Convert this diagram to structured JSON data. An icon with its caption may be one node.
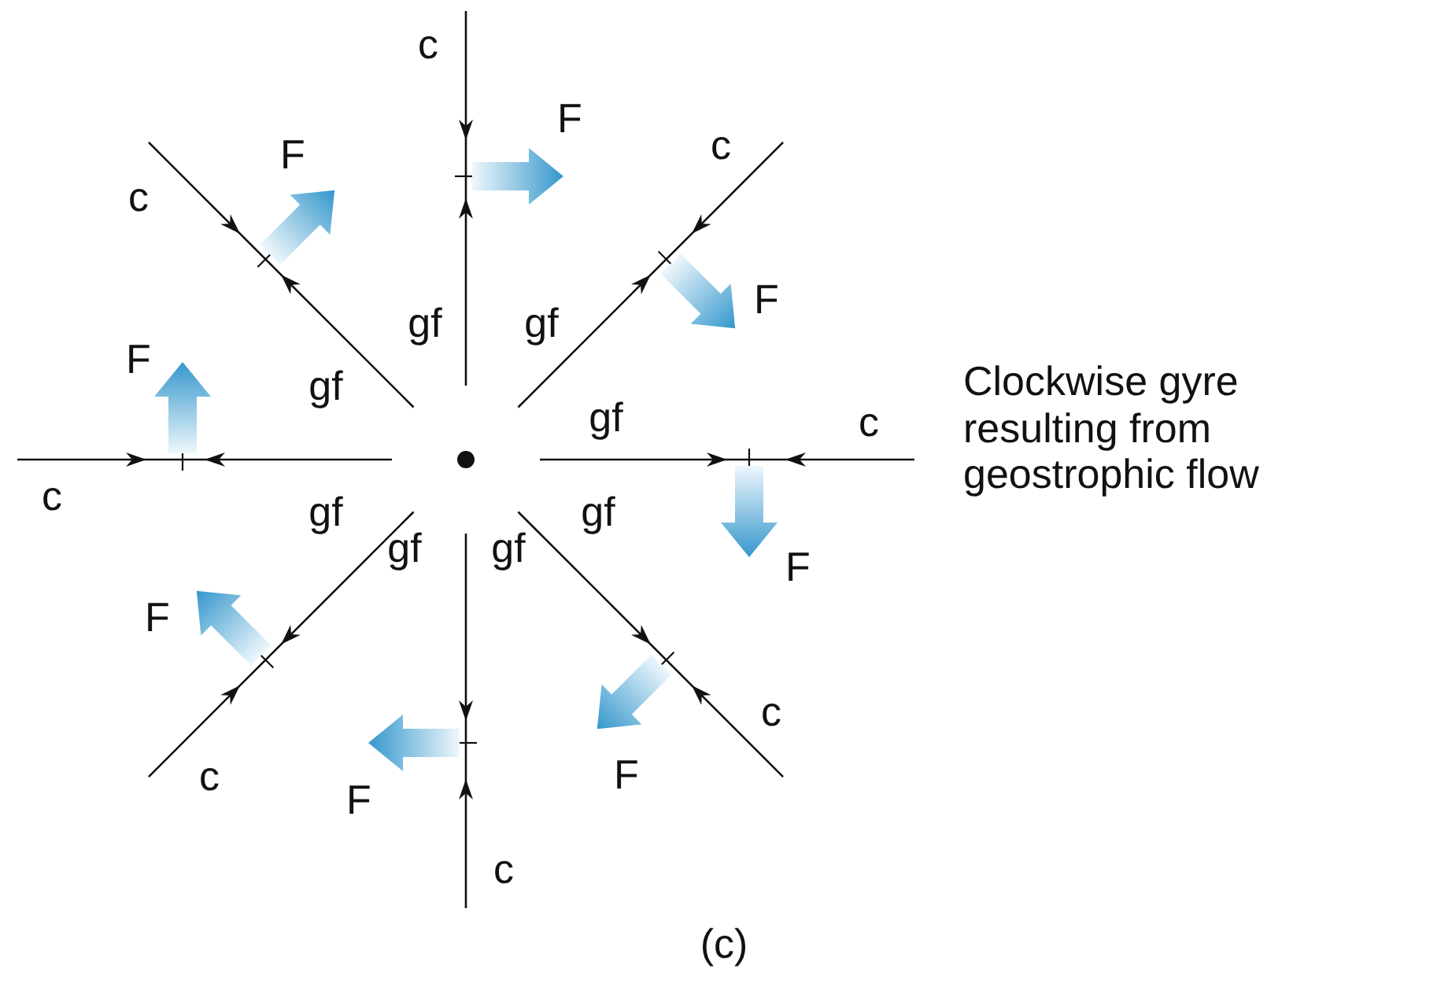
{
  "diagram": {
    "caption": "(c)",
    "labels": [
      "c",
      "F",
      "c",
      "F",
      "c",
      "gf",
      "gf",
      "F",
      "F",
      "Clockwise gyre resulting from geostrophic flow",
      "gf",
      "gf",
      "c",
      "c",
      "gf",
      "gf",
      "F",
      "gf",
      "gf",
      "F",
      "c",
      "F",
      "F",
      "c",
      "c"
    ]
  }
}
